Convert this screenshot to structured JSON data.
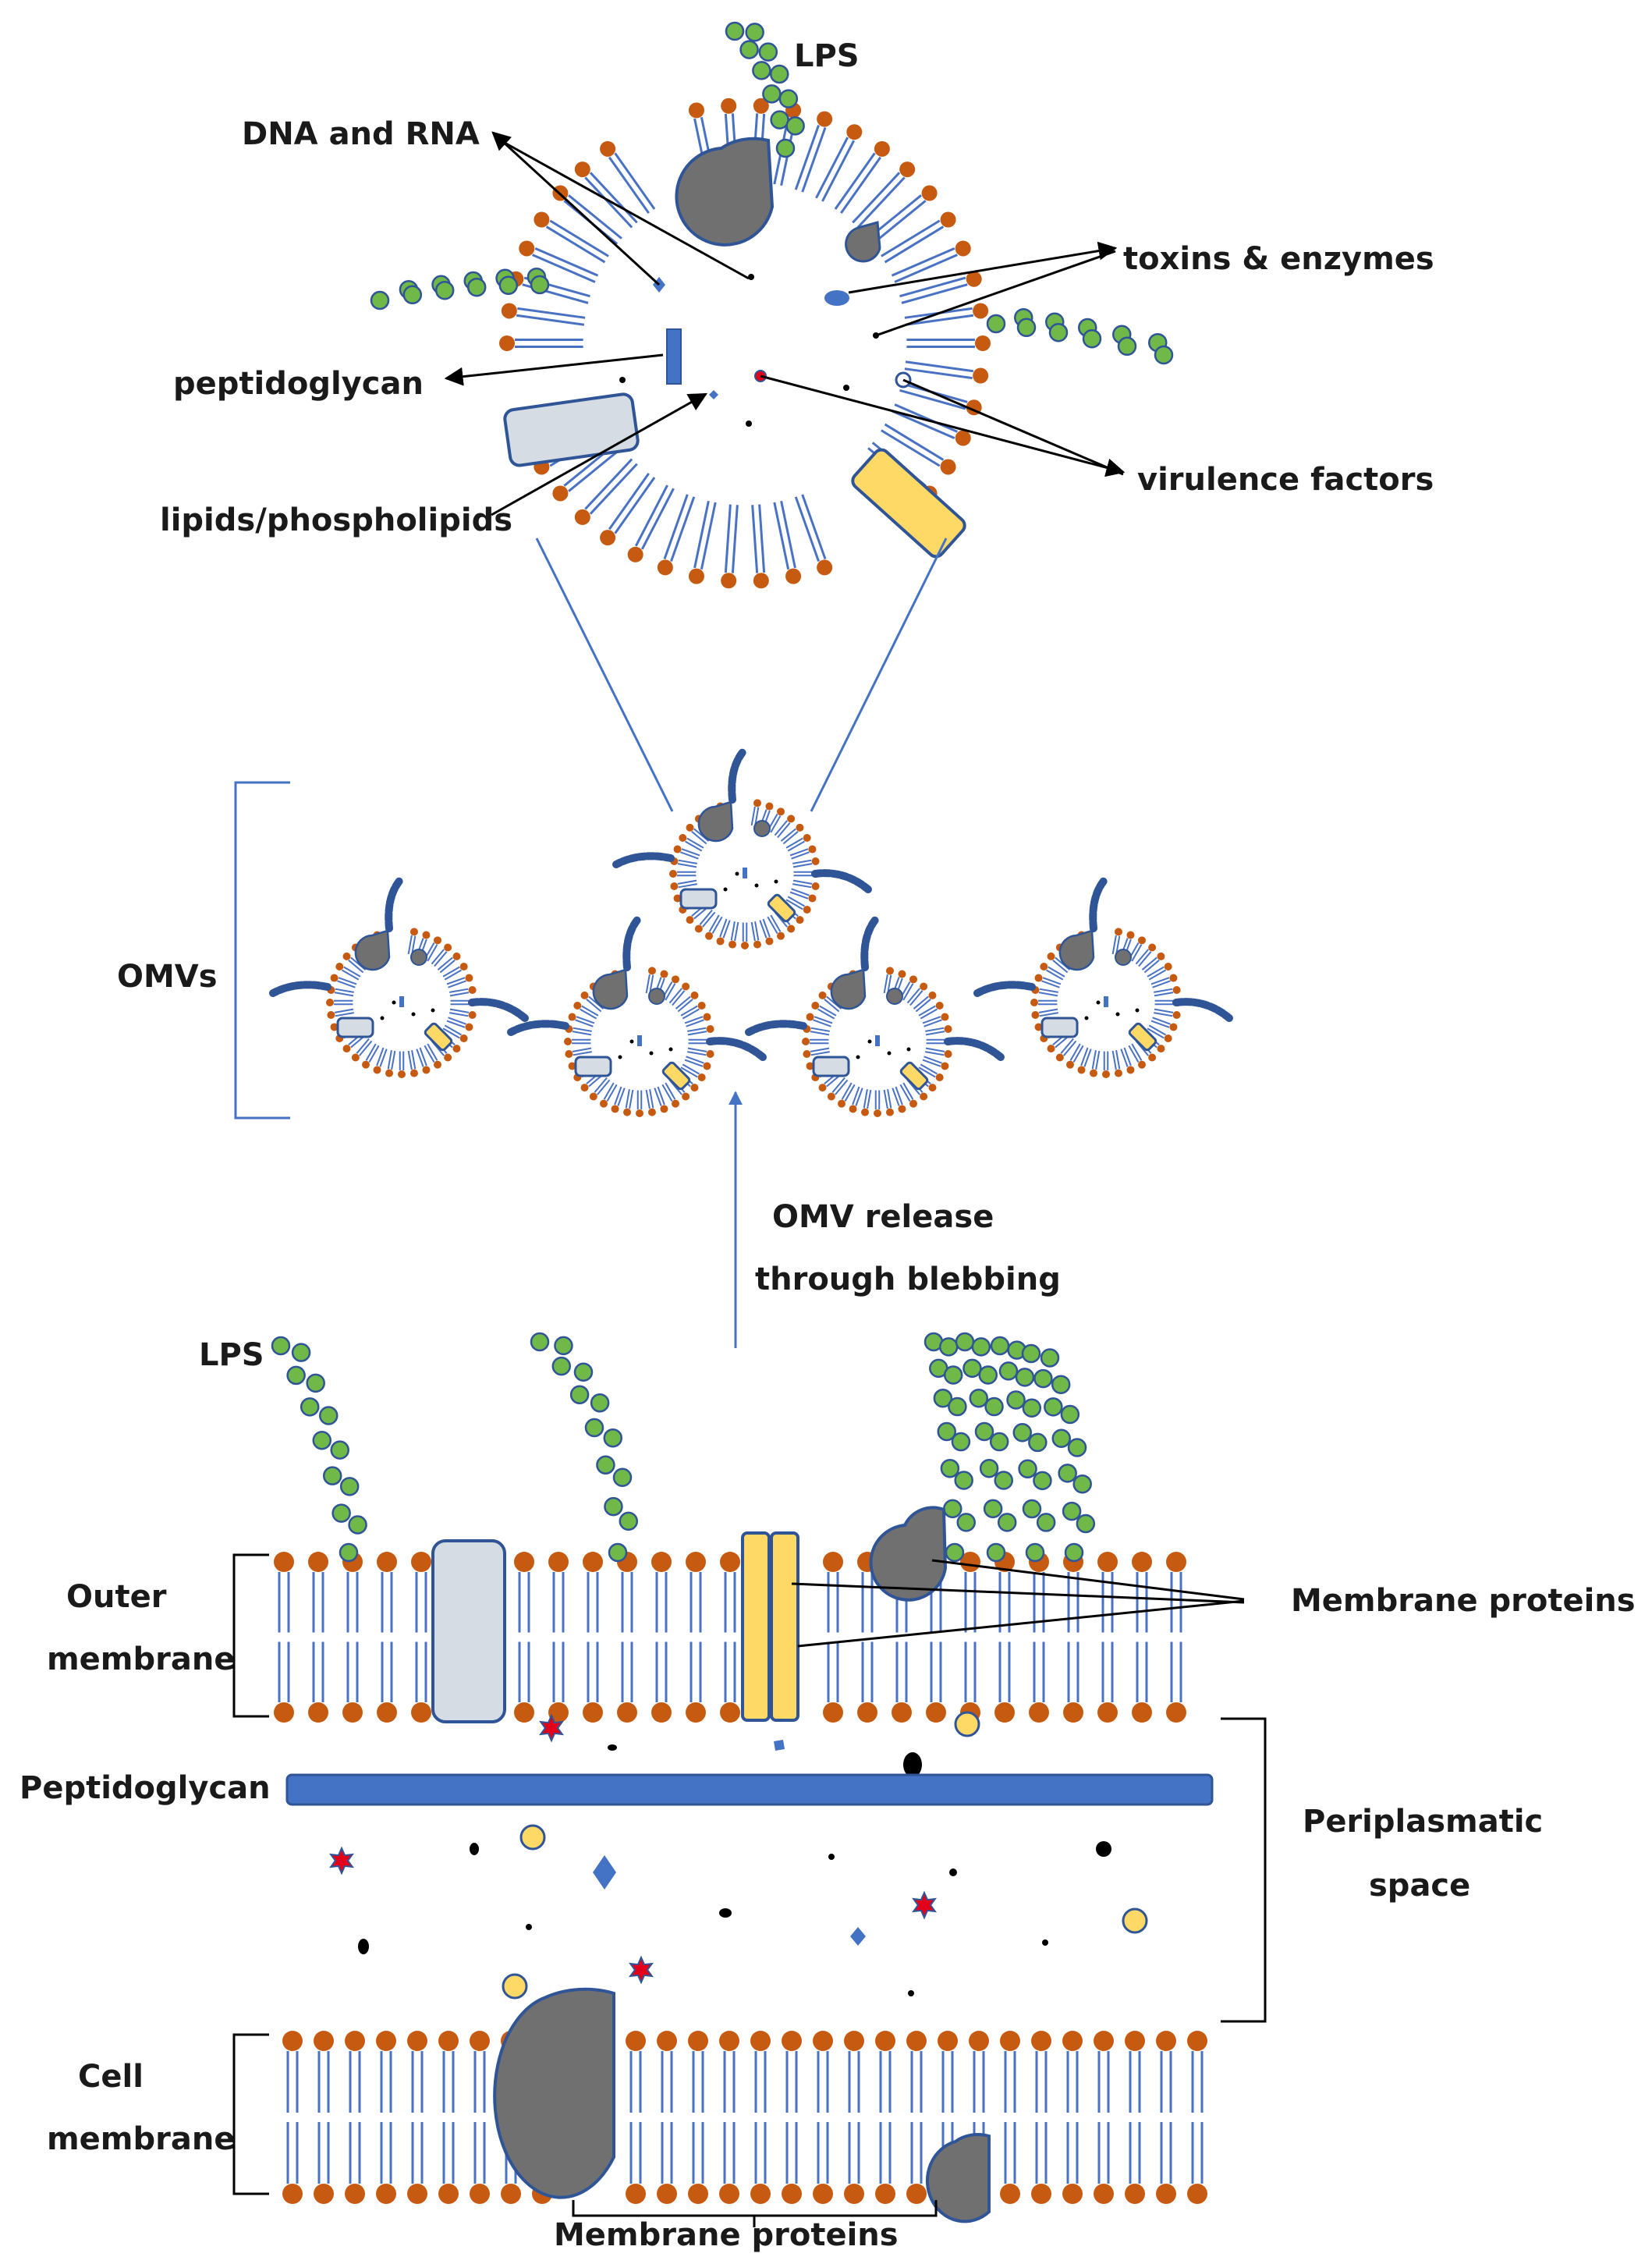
{
  "colors": {
    "head": "#c65a11",
    "tail": "#4a72c4",
    "lps_fill": "#70b848",
    "lps_stroke": "#2f5597",
    "band": "#4472c4",
    "protein_grey": "#707070",
    "protein_light": "#d6dce4",
    "protein_yellow": "#ffd966",
    "star_red": "#e3001b",
    "arrow": "#000000"
  },
  "labels": {
    "lps_top": "LPS",
    "dna_rna": "DNA and RNA",
    "toxins": "toxins & enzymes",
    "peptidoglycan_top": "peptidoglycan",
    "lipids": "lipids/phospholipids",
    "virulence": "virulence factors",
    "omvs": "OMVs",
    "release_1": "OMV release",
    "release_2": "through blebbing",
    "lps_bottom": "LPS",
    "outer_1": "Outer",
    "outer_2": "membrane",
    "membrane_proteins_right": "Membrane proteins",
    "peptidoglycan_bottom": "Peptidoglycan",
    "periplasm_1": "Periplasmatic",
    "periplasm_2": "space",
    "cell_1": "Cell",
    "cell_2": "membrane",
    "membrane_proteins_bottom": "Membrane proteins"
  }
}
